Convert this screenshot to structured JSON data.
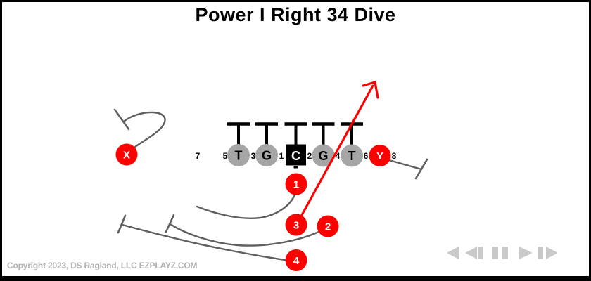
{
  "title": "Power I Right 34 Dive",
  "copyright": "Copyright 2023, DS Ragland, LLC EZPLAYZ.COM",
  "diagram": {
    "linemen": [
      "T",
      "G",
      "C",
      "G",
      "T"
    ],
    "gap_numbers": [
      "7",
      "5",
      "3",
      "1",
      "2",
      "4",
      "6",
      "8"
    ],
    "receivers": {
      "left": "X",
      "right": "Y"
    },
    "backs": [
      "1",
      "2",
      "3",
      "4"
    ]
  },
  "colors": {
    "skill_player_red": "#fe0000",
    "lineman_gray": "#a6a6a6",
    "center_black": "#000000",
    "route_gray": "#5f5f5f",
    "run_arrow_red": "#fe0000",
    "playback_controls_gray": "#c9c9c9",
    "copyright_gray": "#b2b2b2"
  },
  "playback_controls": {
    "icons": [
      "skip-back",
      "step-back",
      "pause",
      "play",
      "step-forward"
    ]
  }
}
